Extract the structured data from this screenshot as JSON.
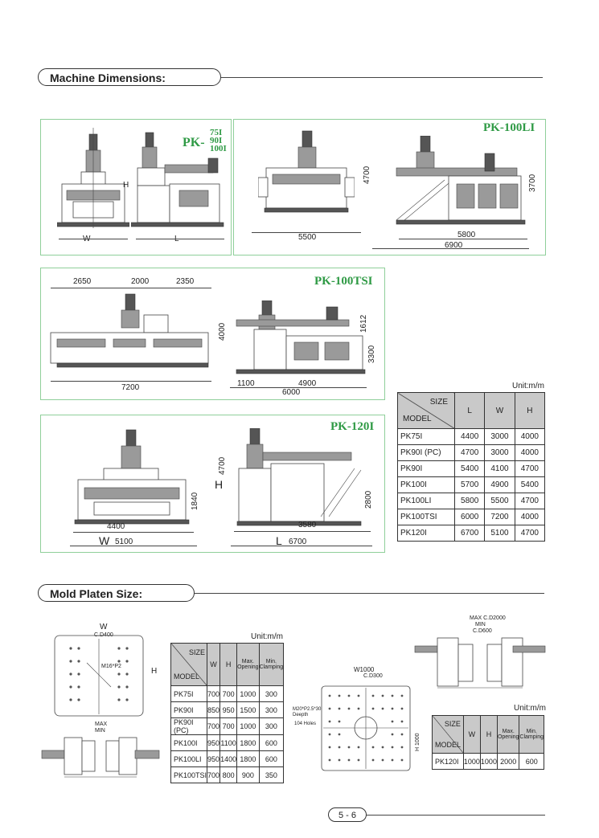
{
  "sections": {
    "machine_dimensions": "Machine  Dimensions:",
    "mold_platen_size": "Mold  Platen Size:"
  },
  "panels": {
    "p1": {
      "title_prefix": "PK-",
      "title_lines": [
        "75I",
        "90I",
        "100I"
      ],
      "labels": {
        "h": "H",
        "w": "W",
        "l": "L"
      }
    },
    "p2": {
      "title": "PK-100LI",
      "dims": {
        "width": "5500",
        "height": "4700",
        "height2": "3700",
        "length": "5800",
        "total": "6900"
      }
    },
    "p3": {
      "title": "PK-100TSI",
      "dims": {
        "a": "2650",
        "b": "2000",
        "c": "2350",
        "total_w": "7200",
        "h": "4000",
        "h2": "1612",
        "h3": "3300",
        "l1": "1100",
        "l2": "4900",
        "l_total": "6000"
      }
    },
    "p4": {
      "title": "PK-120I",
      "dims": {
        "w_inner": "4400",
        "w_label": "W",
        "w": "5100",
        "side_h": "1840",
        "h_label": "H",
        "h": "4700",
        "h2": "2800",
        "l_inner": "3580",
        "l_label": "L",
        "l": "6700"
      }
    }
  },
  "dim_table": {
    "unit": "Unit:m/m",
    "size_label": "SIZE",
    "model_label": "MODEL",
    "columns": [
      "L",
      "W",
      "H"
    ],
    "rows": [
      {
        "model": "PK75I",
        "values": [
          "4400",
          "3000",
          "4000"
        ]
      },
      {
        "model": "PK90I (PC)",
        "values": [
          "4700",
          "3000",
          "4000"
        ]
      },
      {
        "model": "PK90I",
        "values": [
          "5400",
          "4100",
          "4700"
        ]
      },
      {
        "model": "PK100I",
        "values": [
          "5700",
          "4900",
          "5400"
        ]
      },
      {
        "model": "PK100LI",
        "values": [
          "5800",
          "5500",
          "4700"
        ]
      },
      {
        "model": "PK100TSI",
        "values": [
          "6000",
          "7200",
          "4000"
        ]
      },
      {
        "model": "PK120I",
        "values": [
          "6700",
          "5100",
          "4700"
        ]
      }
    ]
  },
  "platen_table_1": {
    "unit": "Unit:m/m",
    "size_label": "SIZE",
    "model_label": "MODEL",
    "columns": [
      "W",
      "H",
      "Max. Opening",
      "Min. Clamping"
    ],
    "rows": [
      {
        "model": "PK75I",
        "values": [
          "700",
          "700",
          "1000",
          "300"
        ]
      },
      {
        "model": "PK90I",
        "values": [
          "850",
          "950",
          "1500",
          "300"
        ]
      },
      {
        "model": "PK90I (PC)",
        "values": [
          "700",
          "700",
          "1000",
          "300"
        ]
      },
      {
        "model": "PK100I",
        "values": [
          "950",
          "1100",
          "1800",
          "600"
        ]
      },
      {
        "model": "PK100LI",
        "values": [
          "950",
          "1400",
          "1800",
          "600"
        ]
      },
      {
        "model": "PK100TSI",
        "values": [
          "700",
          "800",
          "900",
          "350"
        ]
      }
    ]
  },
  "platen_table_2": {
    "unit": "Unit:m/m",
    "size_label": "SIZE",
    "model_label": "MODEL",
    "columns": [
      "W",
      "H",
      "Max. Opening",
      "Min. Clamping"
    ],
    "rows": [
      {
        "model": "PK120I",
        "values": [
          "1000",
          "1000",
          "2000",
          "600"
        ]
      }
    ]
  },
  "platen_drawings": {
    "left": {
      "w": "W",
      "h": "H",
      "c": "C.D400",
      "thread": "M16*P2",
      "max": "MAX",
      "min": "MIN"
    },
    "right": {
      "w": "W1000",
      "h": "H 1000",
      "c": "C.D300",
      "thread": "M20*P2.5*30 Deepth",
      "holes": "104 Holes",
      "max": "MAX C.D2000",
      "min": "MIN",
      "c2": "C.D600"
    }
  },
  "page_number": "5 - 6"
}
